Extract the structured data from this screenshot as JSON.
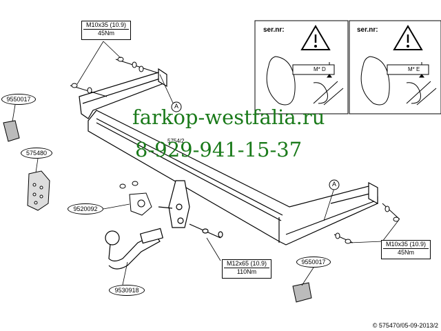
{
  "torque_labels": [
    {
      "spec": "M10x35 (10.9)",
      "torque": "45Nm"
    },
    {
      "spec": "M12x65 (10.9)",
      "torque": "110Nm"
    },
    {
      "spec": "M10x35 (10.9)",
      "torque": "45Nm"
    }
  ],
  "parts": [
    "9550017",
    "575480",
    "9520092",
    "9530918",
    "9550017"
  ],
  "callouts": {
    "a_left": "A",
    "a_right": "A",
    "bar_code": "5754/2"
  },
  "serial_panels": [
    {
      "label": "ser.nr:",
      "marking": "M* D"
    },
    {
      "label": "ser.nr:",
      "marking": "M* E"
    }
  ],
  "watermark": {
    "line1": "farkop-westfalia.ru",
    "line2": "8-929-941-15-37"
  },
  "copyright": "© 575470/05-09-2013/2"
}
